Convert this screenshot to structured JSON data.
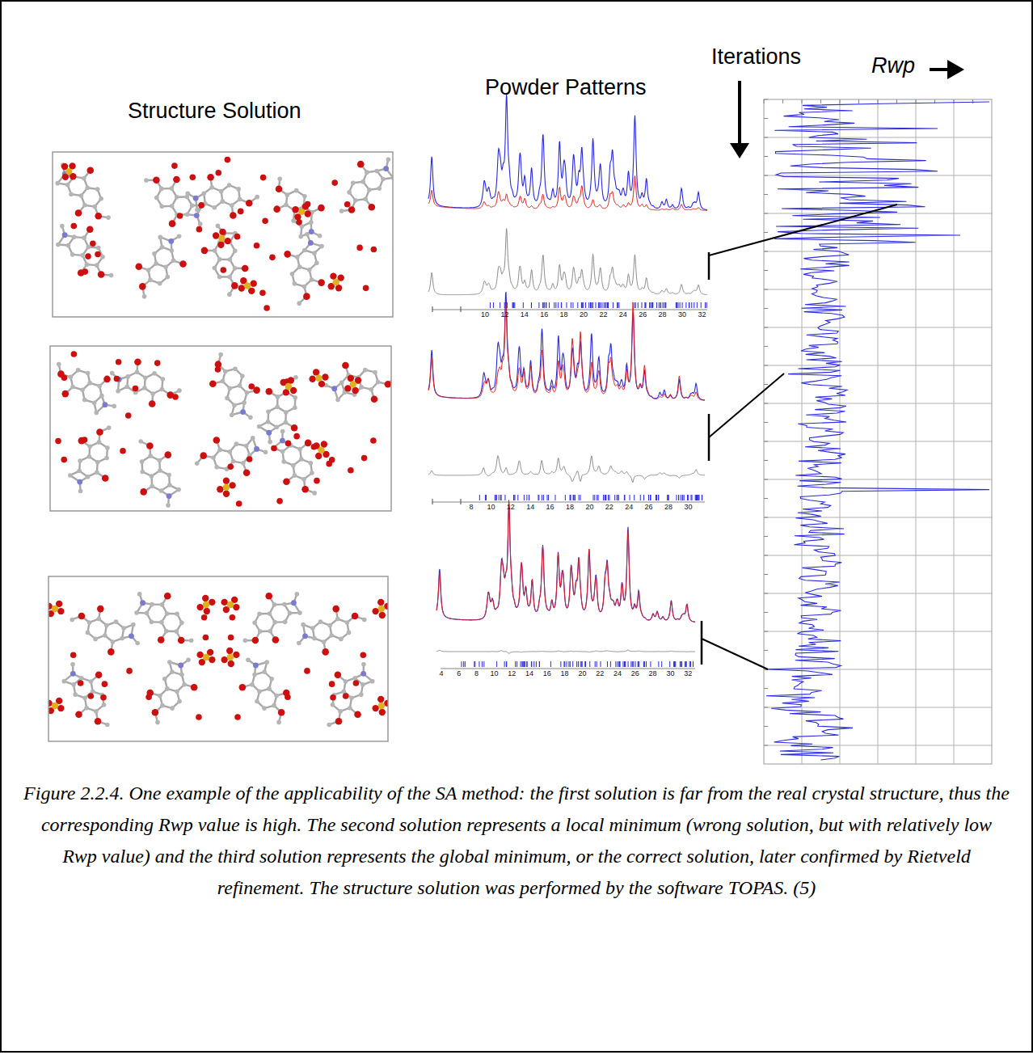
{
  "diagram": {
    "caption": "Figure 2.2.4. One example of the applicability of the SA method: the first solution is far from the real crystal structure, thus the corresponding Rwp value is high. The second solution represents a local minimum (wrong solution, but with relatively low Rwp value) and the third solution represents the global minimum, or the correct solution, later confirmed by Rietveld refinement. The structure solution was performed by the software TOPAS. (5)",
    "labels": [
      "Structure Solution",
      "Powder Patterns",
      "Iterations",
      "Rwp",
      "10",
      "12",
      "14",
      "16",
      "18",
      "20",
      "22",
      "24",
      "26",
      "28",
      "30",
      "32",
      "8",
      "10",
      "12",
      "14",
      "16",
      "18",
      "20",
      "22",
      "24",
      "26",
      "28",
      "30",
      "4",
      "6",
      "8",
      "10",
      "12",
      "14",
      "16",
      "18",
      "20",
      "22",
      "24",
      "26",
      "28",
      "30",
      "32"
    ]
  }
}
